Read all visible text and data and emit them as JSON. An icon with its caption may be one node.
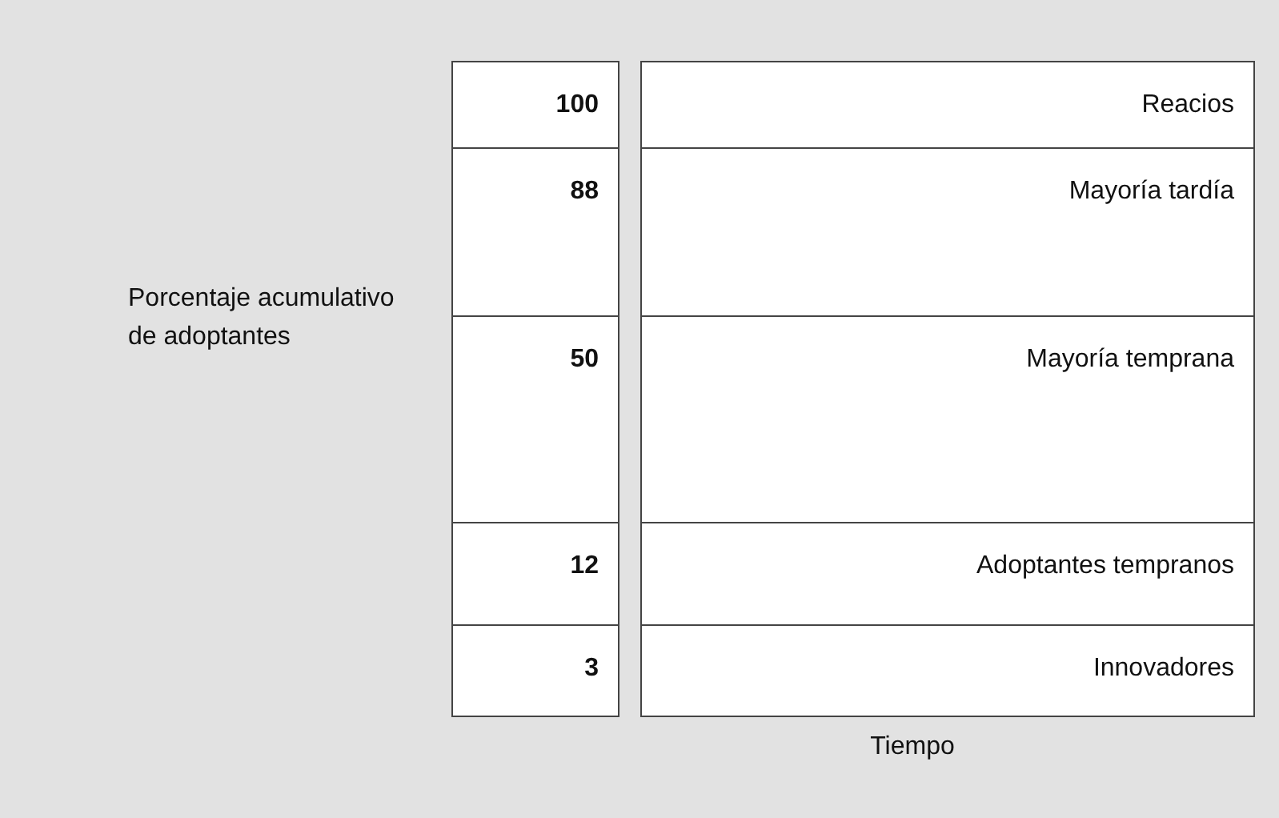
{
  "diagram": {
    "nodes": [
      {
        "text": [
          "100"
        ]
      },
      {
        "text": [
          "Reacios"
        ]
      },
      {
        "text": [
          "88"
        ]
      },
      {
        "text": [
          "Mayoría tardía"
        ]
      },
      {
        "text": [
          "50"
        ]
      },
      {
        "text": [
          "Mayoría temprana"
        ]
      },
      {
        "text": [
          "12"
        ]
      },
      {
        "text": [
          "Adoptantes tempranos"
        ]
      },
      {
        "text": [
          "3"
        ]
      },
      {
        "text": [
          "Innovadores"
        ]
      }
    ],
    "labels": [
      "Porcentaje acumulativo de adoptantes",
      "Tiempo"
    ]
  }
}
